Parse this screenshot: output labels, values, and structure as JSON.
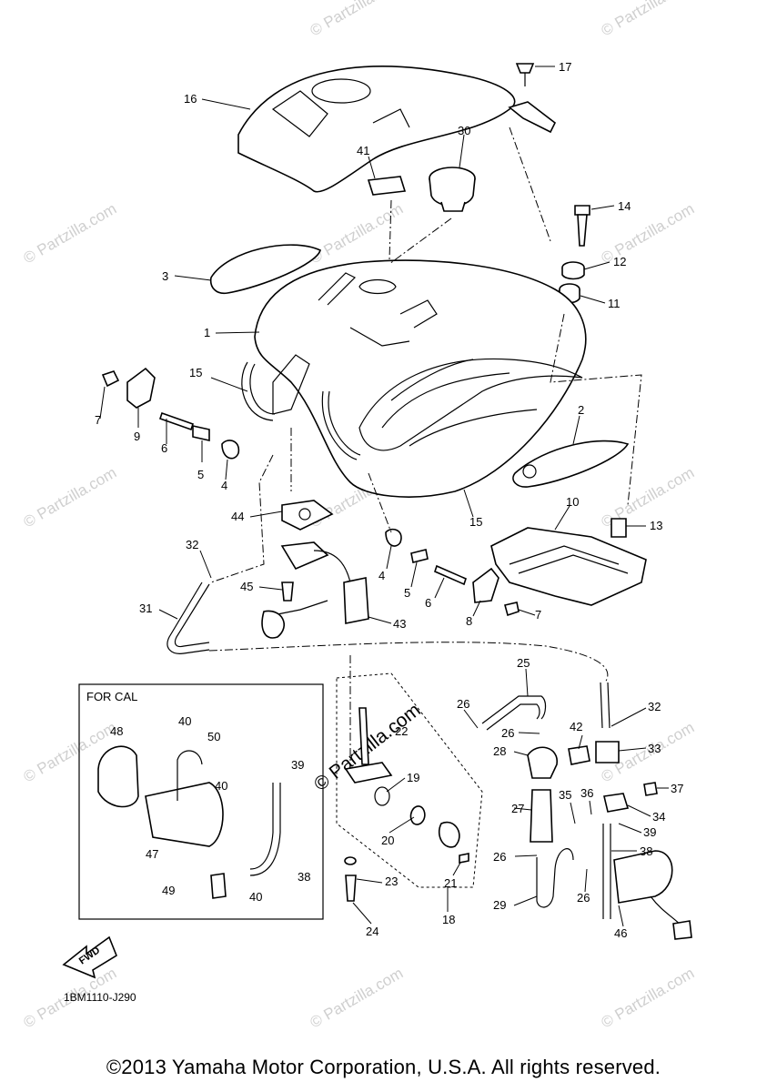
{
  "diagram": {
    "part_numbers": [
      "1",
      "2",
      "3",
      "4",
      "5",
      "6",
      "7",
      "8",
      "9",
      "10",
      "11",
      "12",
      "13",
      "14",
      "15",
      "16",
      "17",
      "18",
      "19",
      "20",
      "21",
      "22",
      "23",
      "24",
      "25",
      "26",
      "27",
      "28",
      "29",
      "30",
      "31",
      "32",
      "33",
      "34",
      "35",
      "36",
      "37",
      "38",
      "39",
      "40",
      "41",
      "42",
      "43",
      "44",
      "45",
      "46",
      "47",
      "48",
      "49",
      "50"
    ],
    "callouts": [
      {
        "id": "c17",
        "label": "17"
      },
      {
        "id": "c16",
        "label": "16"
      },
      {
        "id": "c30",
        "label": "30"
      },
      {
        "id": "c41",
        "label": "41"
      },
      {
        "id": "c14",
        "label": "14"
      },
      {
        "id": "c12",
        "label": "12"
      },
      {
        "id": "c11",
        "label": "11"
      },
      {
        "id": "c3",
        "label": "3"
      },
      {
        "id": "c1",
        "label": "1"
      },
      {
        "id": "c15a",
        "label": "15"
      },
      {
        "id": "c7a",
        "label": "7"
      },
      {
        "id": "c9",
        "label": "9"
      },
      {
        "id": "c6a",
        "label": "6"
      },
      {
        "id": "c5a",
        "label": "5"
      },
      {
        "id": "c4a",
        "label": "4"
      },
      {
        "id": "c2",
        "label": "2"
      },
      {
        "id": "c15b",
        "label": "15"
      },
      {
        "id": "c10",
        "label": "10"
      },
      {
        "id": "c13",
        "label": "13"
      },
      {
        "id": "c44",
        "label": "44"
      },
      {
        "id": "c32a",
        "label": "32"
      },
      {
        "id": "c45",
        "label": "45"
      },
      {
        "id": "c4b",
        "label": "4"
      },
      {
        "id": "c5b",
        "label": "5"
      },
      {
        "id": "c6b",
        "label": "6"
      },
      {
        "id": "c8",
        "label": "8"
      },
      {
        "id": "c7b",
        "label": "7"
      },
      {
        "id": "c31",
        "label": "31"
      },
      {
        "id": "c43",
        "label": "43"
      },
      {
        "id": "c25",
        "label": "25"
      },
      {
        "id": "c32b",
        "label": "32"
      },
      {
        "id": "c26a",
        "label": "26"
      },
      {
        "id": "c22",
        "label": "22"
      },
      {
        "id": "c26b",
        "label": "26"
      },
      {
        "id": "c42",
        "label": "42"
      },
      {
        "id": "c33",
        "label": "33"
      },
      {
        "id": "c28",
        "label": "28"
      },
      {
        "id": "c19",
        "label": "19"
      },
      {
        "id": "c37",
        "label": "37"
      },
      {
        "id": "c35",
        "label": "35"
      },
      {
        "id": "c36",
        "label": "36"
      },
      {
        "id": "c34",
        "label": "34"
      },
      {
        "id": "c27",
        "label": "27"
      },
      {
        "id": "c20",
        "label": "20"
      },
      {
        "id": "c39b",
        "label": "39"
      },
      {
        "id": "c26c",
        "label": "26"
      },
      {
        "id": "c38b",
        "label": "38"
      },
      {
        "id": "c21",
        "label": "21"
      },
      {
        "id": "c23",
        "label": "23"
      },
      {
        "id": "c29",
        "label": "29"
      },
      {
        "id": "c26d",
        "label": "26"
      },
      {
        "id": "c46",
        "label": "46"
      },
      {
        "id": "c18",
        "label": "18"
      },
      {
        "id": "c24",
        "label": "24"
      },
      {
        "id": "c40a",
        "label": "40"
      },
      {
        "id": "c48",
        "label": "48"
      },
      {
        "id": "c50",
        "label": "50"
      },
      {
        "id": "c39a",
        "label": "39"
      },
      {
        "id": "c40b",
        "label": "40"
      },
      {
        "id": "c47",
        "label": "47"
      },
      {
        "id": "c38a",
        "label": "38"
      },
      {
        "id": "c49",
        "label": "49"
      },
      {
        "id": "c40c",
        "label": "40"
      }
    ],
    "inset_box_label": "FOR CAL",
    "fwd_label": "FWD",
    "diagram_code": "1BM1110-J290"
  },
  "watermark": {
    "text": "© Partzilla.com",
    "center_text": "© Partzilla.com"
  },
  "copyright": "©2013 Yamaha Motor Corporation, U.S.A. All rights reserved."
}
